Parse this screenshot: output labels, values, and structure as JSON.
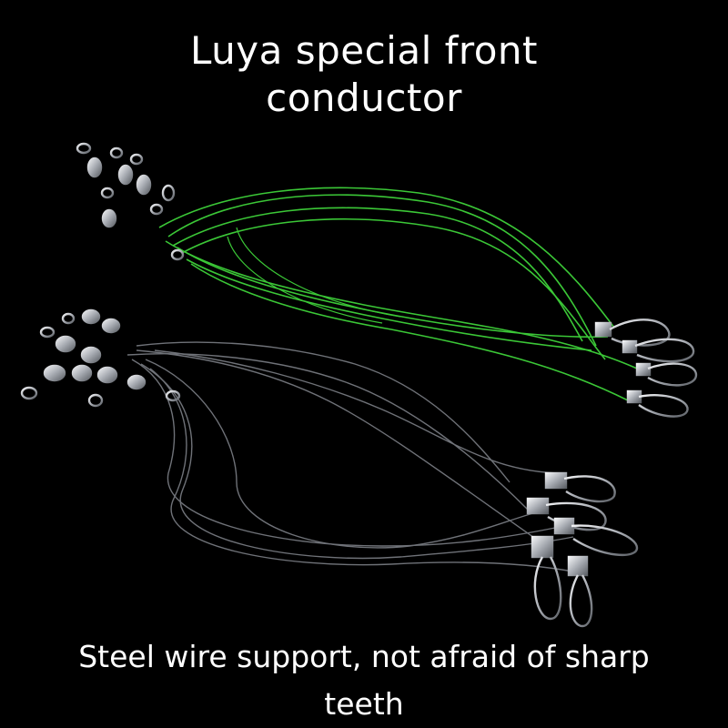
{
  "title_line1": "Luya special front",
  "title_line2": "conductor",
  "caption_line1": "Steel wire support, not afraid of sharp",
  "caption_line2": "teeth",
  "colors": {
    "background": "#000000",
    "text": "#ffffff",
    "green_wire": "#3fd23a",
    "steel_wire": "#7c7f86",
    "metal": "#c9ccd1"
  }
}
